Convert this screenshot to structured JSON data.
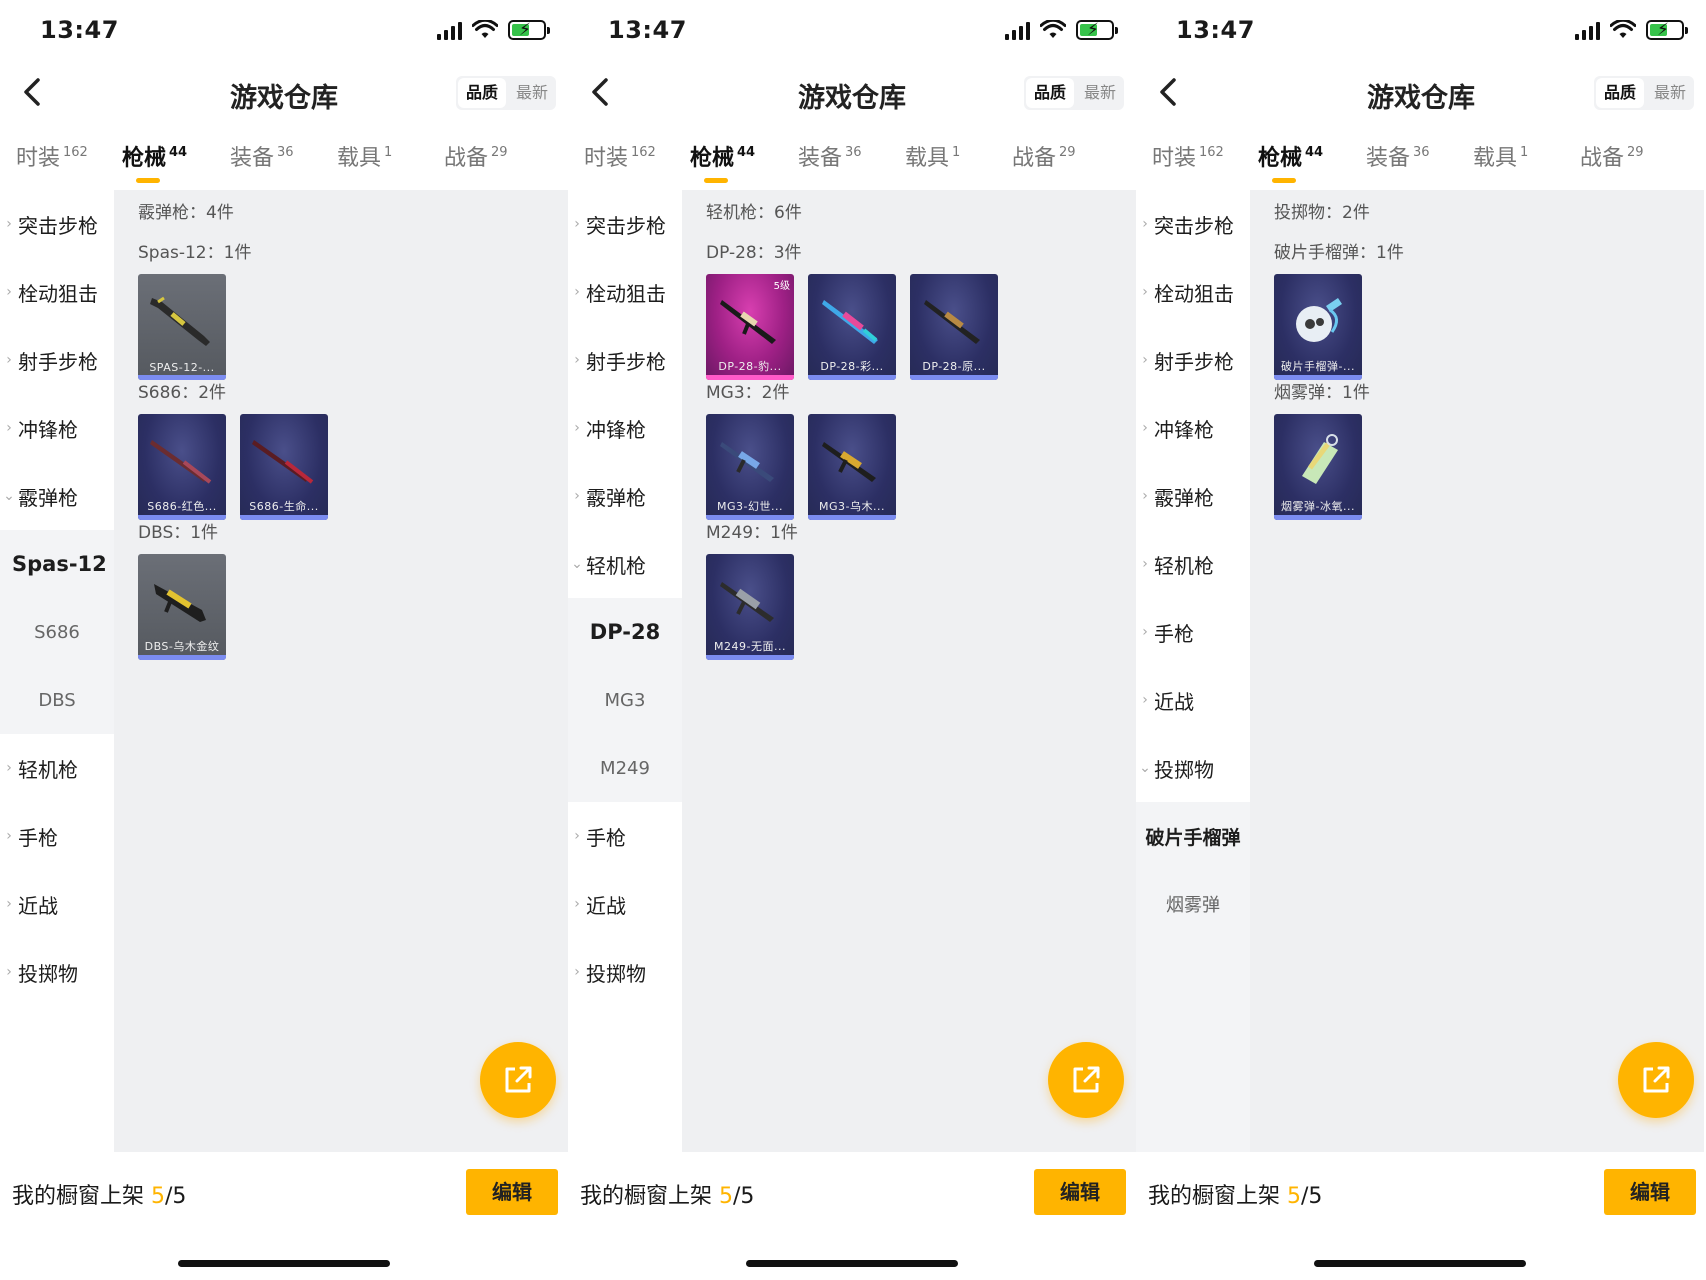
{
  "screens": [
    {
      "status": {
        "time": "13:47"
      },
      "nav": {
        "title": "游戏仓库",
        "sort_quality": "品质",
        "sort_latest": "最新"
      },
      "tabs": [
        {
          "label": "时装",
          "count": "162"
        },
        {
          "label": "枪械",
          "count": "44"
        },
        {
          "label": "装备",
          "count": "36"
        },
        {
          "label": "载具",
          "count": "1"
        },
        {
          "label": "战备",
          "count": "29"
        }
      ],
      "sidebar": [
        "突击步枪",
        "栓动狙击",
        "射手步枪",
        "冲锋枪",
        "霰弹枪",
        "Spas-12",
        "S686",
        "DBS",
        "轻机枪",
        "手枪",
        "近战",
        "投掷物"
      ],
      "content": {
        "group": "霰弹枪：4件",
        "sub1": "Spas-12：1件",
        "sub2": "S686：2件",
        "sub3": "DBS：1件",
        "items": [
          "SPAS-12-...",
          "S686-红色...",
          "S686-生命...",
          "DBS-乌木金纹"
        ]
      },
      "bottom": {
        "label": "我的橱窗上架",
        "current": "5",
        "total": "/5",
        "edit": "编辑"
      }
    },
    {
      "status": {
        "time": "13:47"
      },
      "nav": {
        "title": "游戏仓库",
        "sort_quality": "品质",
        "sort_latest": "最新"
      },
      "tabs": [
        {
          "label": "时装",
          "count": "162"
        },
        {
          "label": "枪械",
          "count": "44"
        },
        {
          "label": "装备",
          "count": "36"
        },
        {
          "label": "载具",
          "count": "1"
        },
        {
          "label": "战备",
          "count": "29"
        }
      ],
      "sidebar": [
        "突击步枪",
        "栓动狙击",
        "射手步枪",
        "冲锋枪",
        "霰弹枪",
        "轻机枪",
        "DP-28",
        "MG3",
        "M249",
        "手枪",
        "近战",
        "投掷物"
      ],
      "content": {
        "group": "轻机枪：6件",
        "sub1": "DP-28：3件",
        "sub2": "MG3：2件",
        "sub3": "M249：1件",
        "level": "5级",
        "items": [
          "DP-28-豹...",
          "DP-28-彩...",
          "DP-28-原...",
          "MG3-幻世...",
          "MG3-乌木...",
          "M249-无面..."
        ]
      },
      "bottom": {
        "label": "我的橱窗上架",
        "current": "5",
        "total": "/5",
        "edit": "编辑"
      }
    },
    {
      "status": {
        "time": "13:47"
      },
      "nav": {
        "title": "游戏仓库",
        "sort_quality": "品质",
        "sort_latest": "最新"
      },
      "tabs": [
        {
          "label": "时装",
          "count": "162"
        },
        {
          "label": "枪械",
          "count": "44"
        },
        {
          "label": "装备",
          "count": "36"
        },
        {
          "label": "载具",
          "count": "1"
        },
        {
          "label": "战备",
          "count": "29"
        }
      ],
      "sidebar": [
        "突击步枪",
        "栓动狙击",
        "射手步枪",
        "冲锋枪",
        "霰弹枪",
        "轻机枪",
        "手枪",
        "近战",
        "投掷物",
        "破片手榴弹",
        "烟雾弹"
      ],
      "content": {
        "group": "投掷物：2件",
        "sub1": "破片手榴弹：1件",
        "sub2": "烟雾弹：1件",
        "items": [
          "破片手榴弹-...",
          "烟雾弹-冰氧..."
        ]
      },
      "bottom": {
        "label": "我的橱窗上架",
        "current": "5",
        "total": "/5",
        "edit": "编辑"
      }
    }
  ],
  "colors": {
    "accent": "#ffb400",
    "content_bg": "#eff0f2",
    "sidebar_grey": "#f3f4f6"
  }
}
